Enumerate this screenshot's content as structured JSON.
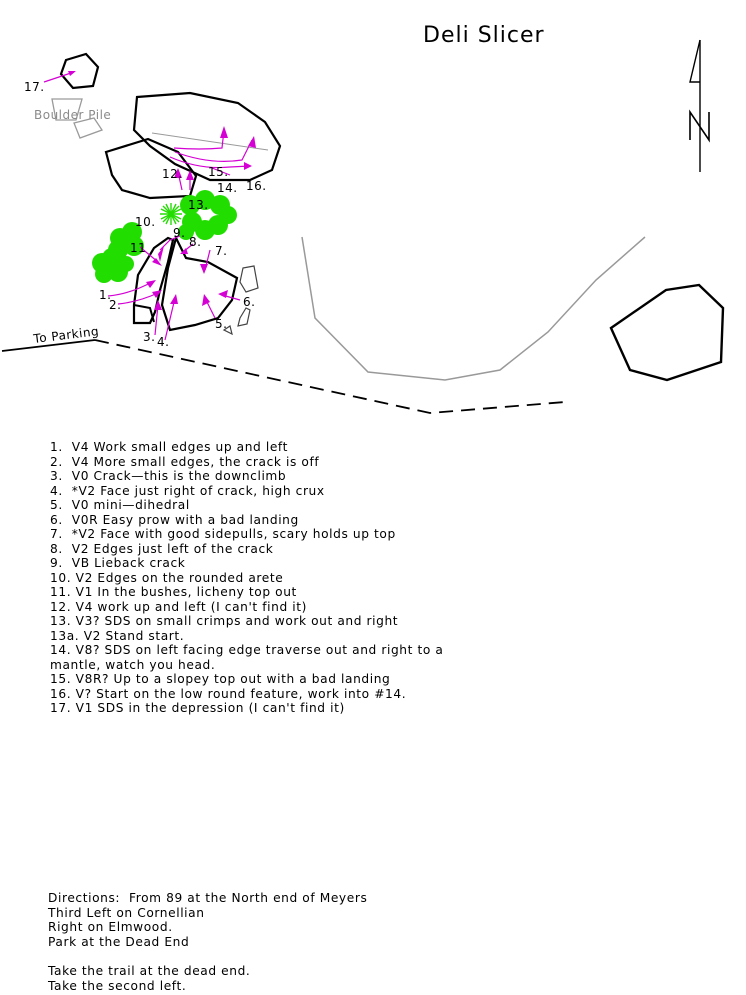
{
  "map": {
    "title": "Deli Slicer",
    "north_label": "N",
    "boulder_pile_label": "Boulder Pile",
    "parking_label": "To Parking",
    "route_markers": [
      "1.",
      "2.",
      "3.",
      "4.",
      "5.",
      "6.",
      "7.",
      "8.",
      "9.",
      "10.",
      "11",
      "12.",
      "13.",
      "14.",
      "15.",
      "16.",
      "17."
    ],
    "colors": {
      "route_line": "#d400d4",
      "bush": "#22dd00",
      "outline": "#000000",
      "trail": "#999999"
    }
  },
  "routes": [
    "1.  V4 Work small edges up and left",
    "2.  V4 More small edges, the crack is off",
    "3.  V0 Crack—this is the downclimb",
    "4.  *V2 Face just right of crack, high crux",
    "5.  V0 mini—dihedral",
    "6.  V0R Easy prow with a bad landing",
    "7.  *V2 Face with good sidepulls, scary holds up top",
    "8.  V2 Edges just left of the crack",
    "9.  VB Lieback crack",
    "10. V2 Edges on the rounded arete",
    "11. V1 In the bushes, licheny top out",
    "12. V4 work up and left (I can't find it)",
    "13. V3? SDS on small crimps and work out and right",
    "13a. V2 Stand start.",
    "14. V8? SDS on left facing edge traverse out and right to a",
    "mantle, watch you head.",
    "15. V8R? Up to a slopey top out with a bad landing",
    "16. V? Start on the low round feature, work into #14.",
    "17. V1 SDS in the depression (I can't find it)"
  ],
  "directions": {
    "lines": [
      "Directions:  From 89 at the North end of Meyers",
      "Third Left on Cornellian",
      "Right on Elmwood.",
      "Park at the Dead End"
    ],
    "trail_lines": [
      "Take the trail at the dead end.",
      "Take the second left."
    ]
  }
}
